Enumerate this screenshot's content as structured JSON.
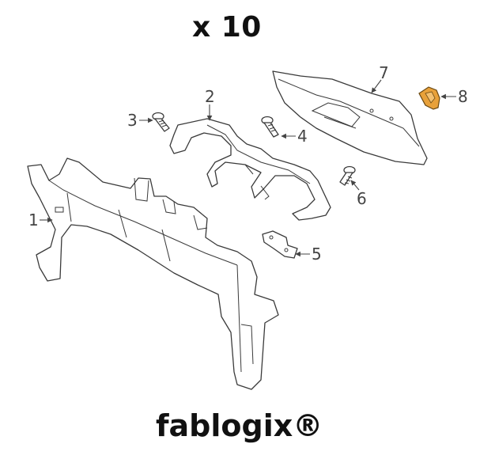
{
  "header": {
    "quantity": "x 10"
  },
  "footer": {
    "brand": "fablogix®"
  },
  "callouts": [
    {
      "id": "1",
      "label": "1"
    },
    {
      "id": "2",
      "label": "2"
    },
    {
      "id": "3",
      "label": "3"
    },
    {
      "id": "4",
      "label": "4"
    },
    {
      "id": "5",
      "label": "5"
    },
    {
      "id": "6",
      "label": "6"
    },
    {
      "id": "7",
      "label": "7"
    },
    {
      "id": "8",
      "label": "8"
    }
  ],
  "colors": {
    "highlight_part": "#e8a13a",
    "line": "#3a3a3a"
  }
}
